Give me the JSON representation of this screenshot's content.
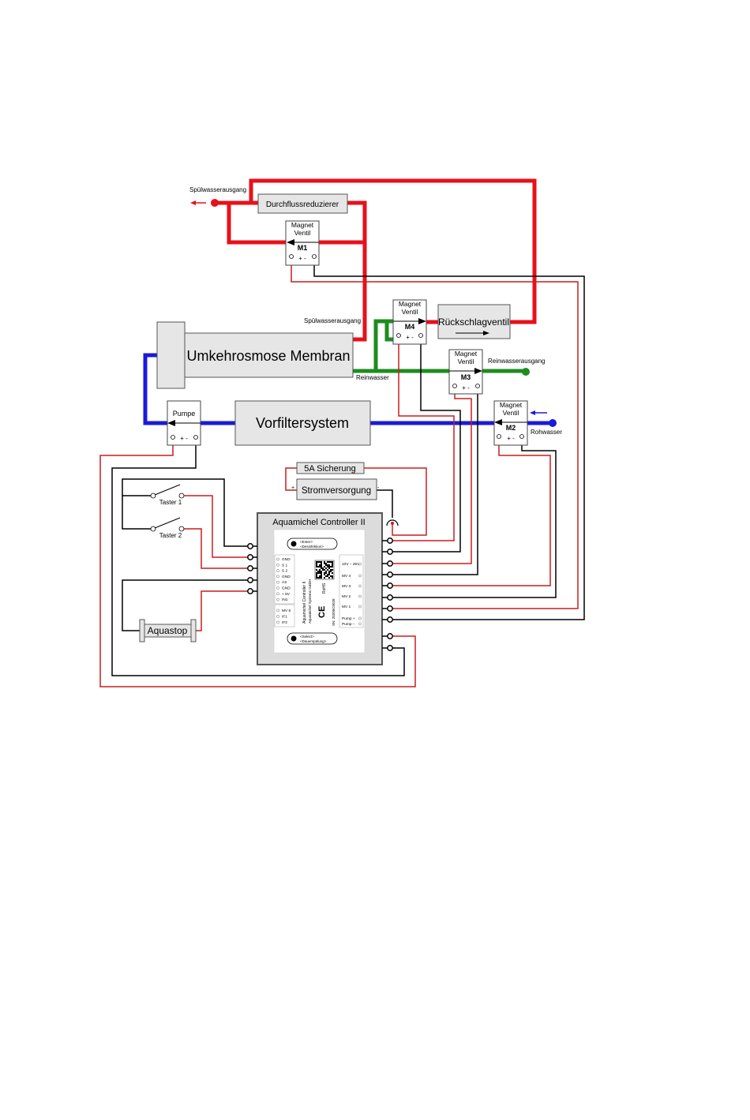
{
  "labels": {
    "spuel_out_top": "Spülwasserausgang",
    "durchfluss": "Durchflussreduzierer",
    "magnet": "Magnet",
    "ventil": "Ventil",
    "m1": "M1",
    "m2": "M2",
    "m3": "M3",
    "m4": "M4",
    "spuel_out_mid": "Spülwasserausgang",
    "rueckschlag": "Rückschlagventil",
    "membran": "Umkehrosmose Membran",
    "reinwasser": "Reinwasser",
    "reinwasserausgang": "Reinwasserausgang",
    "pumpe": "Pumpe",
    "vorfilter": "Vorfiltersystem",
    "rohwasser": "Rohwasser",
    "sicherung": "5A Sicherung",
    "stromversorgung": "Stromversorgung",
    "taster1": "Taster 1",
    "taster2": "Taster 2",
    "controller": "Aquamichel Controller II",
    "aquastop": "Aquastop",
    "plus": "+",
    "minus": "-",
    "plusminus": "+  -"
  },
  "panel": {
    "enter": "<Enter>",
    "desinfektion": "<Desinfektion>",
    "select": "<Select>",
    "dauerspuelung": "<Dauerspülung>",
    "left_pins": [
      "GND",
      "S 1",
      "S 2",
      "GND",
      "AS",
      "GND",
      "+ 5V",
      "IN1"
    ],
    "if_pins": [
      "MV 6",
      "IF1",
      "IF2"
    ],
    "right_pins": [
      "10V – 25V",
      "MV 4",
      "MV 3",
      "MV 2",
      "MV 1",
      "Pump +",
      "Pump –"
    ],
    "brand1": "Aquamichel Controller II",
    "brand2": "Aquamichel Systems GmbH",
    "rohs": "RoHS",
    "ce": "CE",
    "serial": "SN: 20200C0028"
  },
  "colors": {
    "flush_line": "#e8101a",
    "pure_line": "#1e8c1e",
    "raw_line": "#1a1ad8",
    "wire_red": "#c81e1e",
    "wire_black": "#000000",
    "box_fill": "#e6e6e6",
    "box_stroke": "#555555"
  }
}
